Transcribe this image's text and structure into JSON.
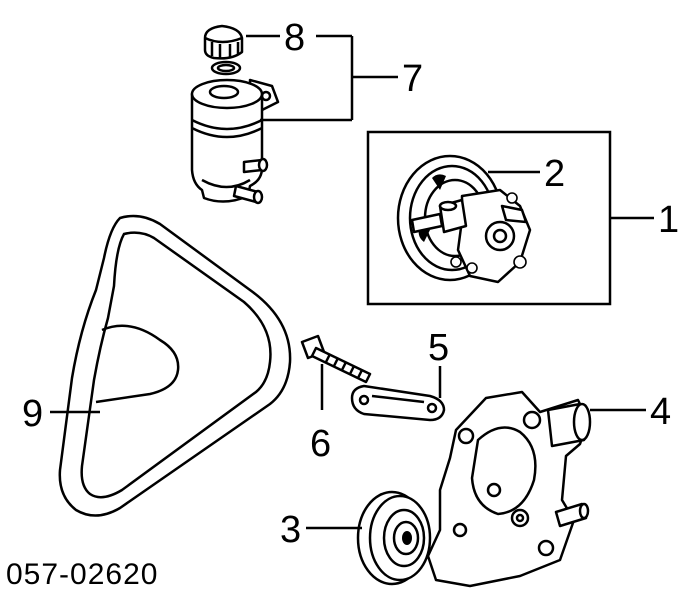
{
  "diagram": {
    "part_number": "057-02620",
    "callouts": {
      "c1": "1",
      "c2": "2",
      "c3": "3",
      "c4": "4",
      "c5": "5",
      "c6": "6",
      "c7": "7",
      "c8": "8",
      "c9": "9"
    }
  }
}
